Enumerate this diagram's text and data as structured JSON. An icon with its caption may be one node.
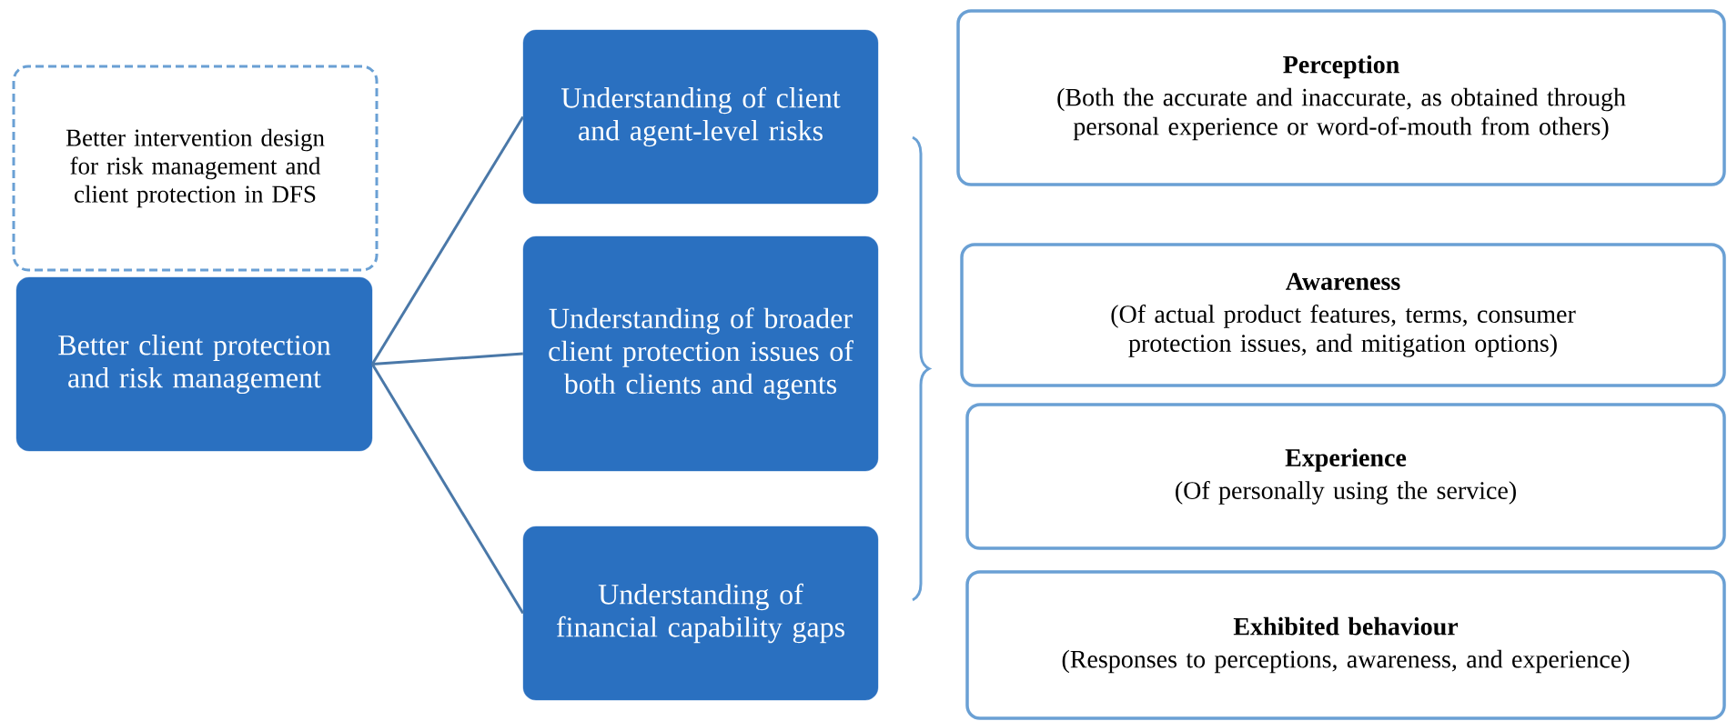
{
  "diagram": {
    "nodes": [
      {
        "text": [
          "Better intervention design for risk management and client protection in DFS"
        ]
      },
      {
        "text": [
          "Better client protection and risk management"
        ]
      },
      {
        "text": [
          "Understanding of client and agent-level risks"
        ]
      },
      {
        "text": [
          "Understanding of broader client protection issues of both clients and agents"
        ]
      },
      {
        "text": [
          "Understanding of financial capability gaps"
        ]
      },
      {
        "text": [
          "Perception",
          "(Both the accurate and inaccurate, as obtained through personal experience or word-of-mouth from others)"
        ]
      },
      {
        "text": [
          "Awareness",
          "(Of actual product features, terms, consumer protection issues, and mitigation options)"
        ]
      },
      {
        "text": [
          "Experience",
          "(Of personally using the service)"
        ]
      },
      {
        "text": [
          "Exhibited behaviour",
          "(Responses to perceptions, awareness, and experience)"
        ]
      }
    ],
    "edges": [
      {
        "from": 1,
        "to": 2,
        "arrow": "none"
      },
      {
        "from": 1,
        "to": 3,
        "arrow": "none"
      },
      {
        "from": 1,
        "to": 4,
        "arrow": "none"
      }
    ]
  }
}
